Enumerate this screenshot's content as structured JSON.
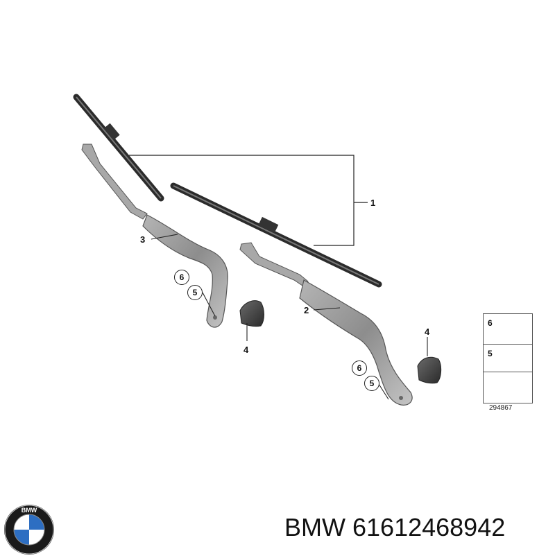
{
  "callouts": {
    "part_1": "1",
    "part_2": "2",
    "part_3": "3",
    "part_4_left": "4",
    "part_4_right": "4",
    "part_5_left": "5",
    "part_6_left": "6",
    "part_5_right": "5",
    "part_6_right": "6"
  },
  "legend": {
    "item_6": "6",
    "item_5": "5"
  },
  "reference_number": "294867",
  "logo": {
    "name": "bmw-logo-icon",
    "text": "BMW",
    "colors": {
      "ring": "#1a1a1a",
      "blue": "#2d6ec2",
      "white": "#ffffff"
    }
  },
  "caption": {
    "brand": "BMW",
    "part_number": "61612468942"
  }
}
